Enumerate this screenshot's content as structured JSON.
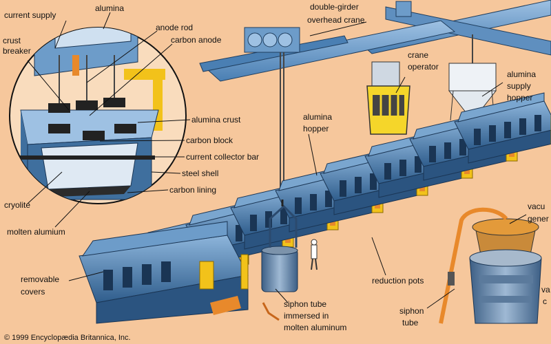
{
  "labels": {
    "current_supply": "current supply",
    "alumina": "alumina",
    "crust_breaker_1": "crust",
    "crust_breaker_2": "breaker",
    "anode_rod": "anode rod",
    "carbon_anode": "carbon anode",
    "alumina_crust": "alumina crust",
    "carbon_block": "carbon block",
    "current_collector_bar": "current collector bar",
    "steel_shell": "steel shell",
    "carbon_lining": "carbon lining",
    "cryolite": "cryolite",
    "molten_alumium": "molten alumium",
    "double_girder_1": "double-girder",
    "double_girder_2": "overhead crane",
    "crane_operator_1": "crane",
    "crane_operator_2": "operator",
    "alumina_supply_hopper_1": "alumina",
    "alumina_supply_hopper_2": "supply",
    "alumina_supply_hopper_3": "hopper",
    "alumina_hopper_1": "alumina",
    "alumina_hopper_2": "hopper",
    "removable_covers_1": "removable",
    "removable_covers_2": "covers",
    "reduction_pots": "reduction pots",
    "siphon_tube_immersed_1": "siphon tube",
    "siphon_tube_immersed_2": "immersed in",
    "siphon_tube_immersed_3": "molten aluminum",
    "siphon_tube_1": "siphon",
    "siphon_tube_2": "tube",
    "vacuum_generator_1": "vacu",
    "vacuum_generator_2": "gener",
    "right_edge_1": "va",
    "right_edge_2": "c"
  },
  "copyright": "© 1999 Encyclopædia Britannica, Inc.",
  "colors": {
    "background": "#f6c79c",
    "pot_blue": "#3f6f9e",
    "pot_blue_light": "#7aa6cf",
    "frame_yellow": "#f2c21a",
    "crane_blue": "#6d9cc9",
    "cab_yellow": "#f5d62a",
    "molten_orange": "#e8892b"
  }
}
